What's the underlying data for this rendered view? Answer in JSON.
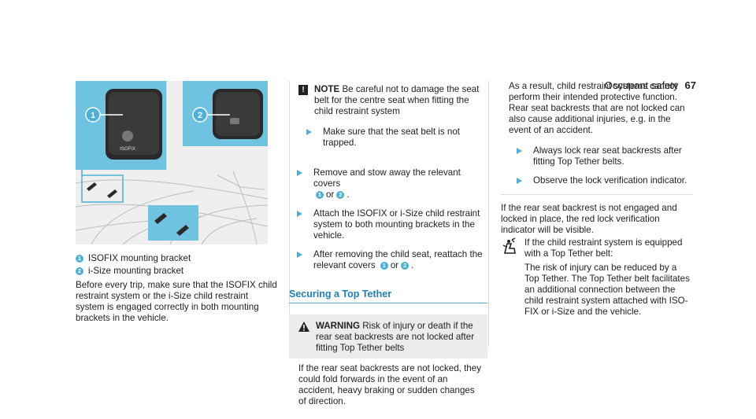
{
  "header": {
    "section": "Occupant safety",
    "page": "67"
  },
  "figure": {
    "badges": [
      "1",
      "2"
    ],
    "isofix_label": "ISOFIX",
    "colors": {
      "accent": "#4eb0d9",
      "highlight": "#6fc2e0",
      "bg": "#efefef"
    }
  },
  "col1": {
    "captions": [
      {
        "num": "1",
        "text": "ISOFIX mounting bracket"
      },
      {
        "num": "2",
        "text": "i-Size mounting bracket"
      }
    ],
    "paragraph": "Before every trip, make sure that the ISOFIX child restraint system or the i-Size child restraint system is engaged correctly in both mounting brackets in the vehicle."
  },
  "col2": {
    "note": {
      "icon": "!",
      "label": "NOTE",
      "text": "Be careful not to damage the seat belt for the centre seat when fitting the child restraint system",
      "step": "Make sure that the seat belt is not trapped."
    },
    "steps": [
      {
        "pre": "Remove and stow away the relevant covers",
        "n1": "1",
        "or": "or",
        "n2": "2",
        "post": "."
      },
      {
        "text": "Attach the ISOFIX or i-Size child restraint system to both mounting brackets in the vehicle."
      },
      {
        "pre": "After removing the child seat, reattach the relevant covers",
        "n1": "1",
        "or": "or",
        "n2": "2",
        "post": "."
      }
    ],
    "section_title": "Securing a Top Tether",
    "warning": {
      "label": "WARNING",
      "head": "Risk of injury or death if the rear seat backrests are not locked after fitting Top Tether belts",
      "body": "If the rear seat backrests are not locked, they could fold forwards in the event of an accident, heavy braking or sudden changes of direction."
    }
  },
  "col3": {
    "box_text": "As a result, child restraint systems cannot perform their intended protective function. Rear seat backrests that are not locked can also cause additional injuries, e.g. in the event of an accident.",
    "box_steps": [
      "Always lock rear seat backrests after fitting Top Tether belts.",
      "Observe the lock verification indicator."
    ],
    "paragraph": "If the rear seat backrest is not engaged and locked in place, the red lock verification indicator will be visible.",
    "picto_text": "If the child restraint system is equipped with a Top Tether belt:",
    "indent_text": "The risk of injury can be reduced by a Top Tether. The Top Tether belt facilitates an additional connection between the child restraint system attached with ISO-FIX or i-Size and the vehicle."
  }
}
